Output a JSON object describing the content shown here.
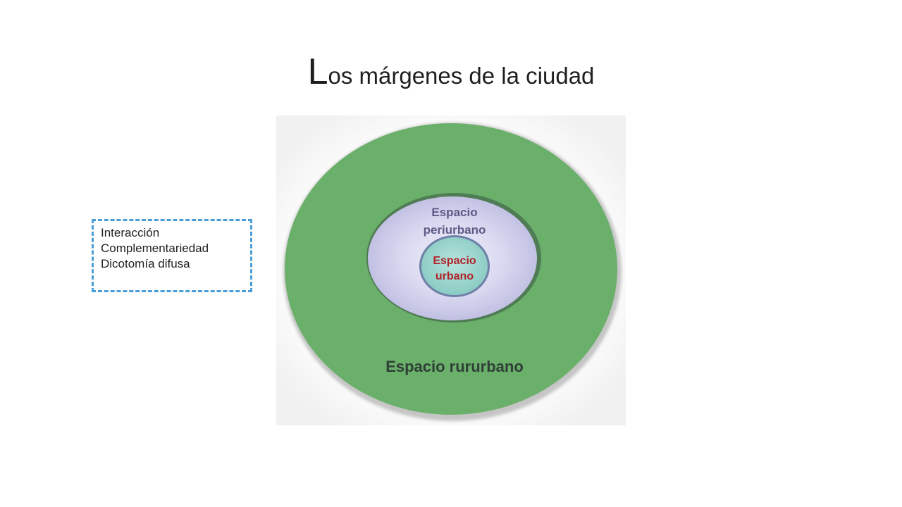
{
  "slide": {
    "title_first_letter": "L",
    "title_rest": "os márgenes de la ciudad"
  },
  "notes": {
    "items": [
      "Interacción",
      "Complementariedad",
      "Dicotomía difusa"
    ],
    "border_color": "#4a9ed8"
  },
  "diagram": {
    "outer_ring": {
      "label": "Espacio rururbano",
      "color": "#6aaf6a"
    },
    "middle_ring": {
      "label_line1": "Espacio",
      "label_line2": "periurbano",
      "color": "#c9c8e8"
    },
    "inner_core": {
      "label_line1": "Espacio",
      "label_line2": "urbano",
      "color": "#8fd0c8",
      "label_color": "#b0242a"
    }
  }
}
